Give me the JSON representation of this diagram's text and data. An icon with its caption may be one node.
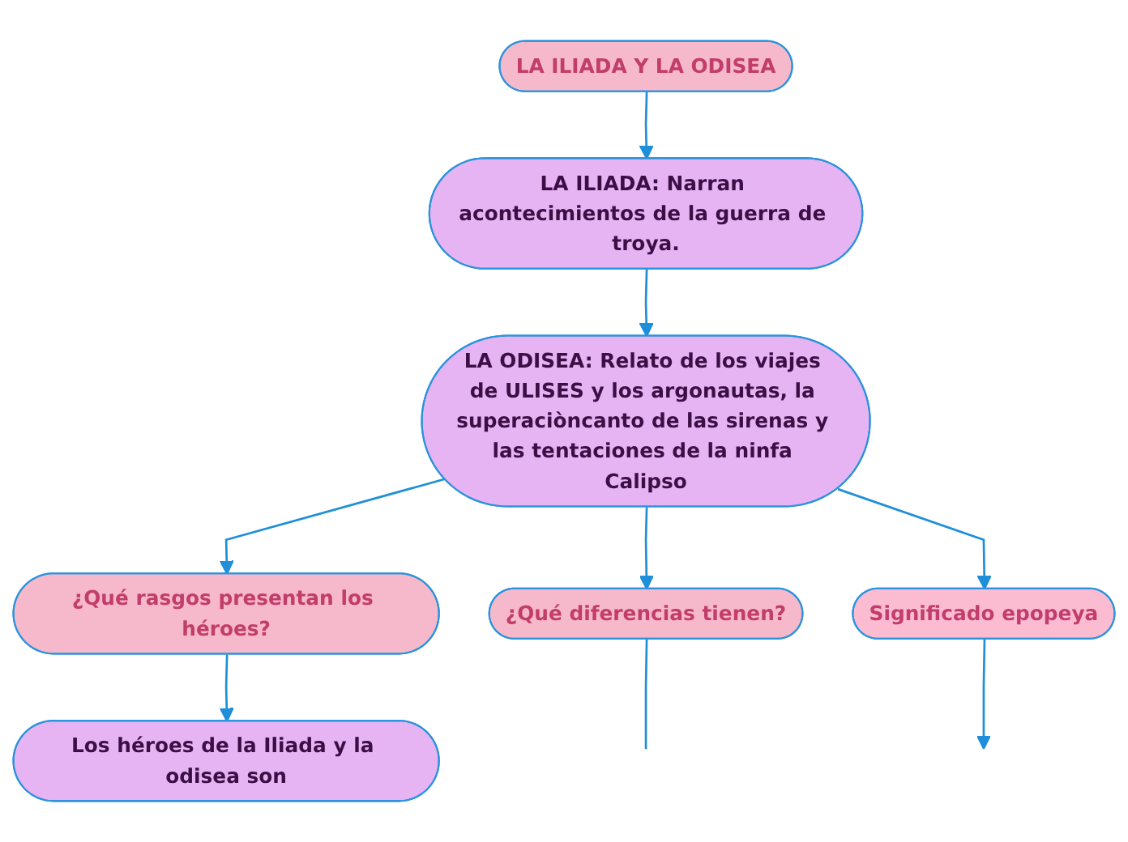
{
  "diagram": {
    "nodes": [
      {
        "text": [
          "LA ILIADA Y LA ODISEA"
        ]
      },
      {
        "text": [
          "LA ILIADA: Narran acontecimientos de la guerra de troya."
        ]
      },
      {
        "text": [
          "LA ODISEA: Relato de los viajes de ULISES y los argonautas, la superaciòncanto de las sirenas y las tentaciones de la ninfa Calipso"
        ]
      },
      {
        "text": [
          "¿Qué rasgos presentan los héroes?"
        ]
      },
      {
        "text": [
          "¿Qué diferencias tienen?"
        ]
      },
      {
        "text": [
          "Significado epopeya"
        ]
      },
      {
        "text": [
          "Los héroes de la Iliada y la odisea son"
        ]
      }
    ],
    "edges": [
      {
        "from": 0,
        "to": 1,
        "arrow": "to"
      },
      {
        "from": 1,
        "to": 2,
        "arrow": "to"
      },
      {
        "from": 2,
        "to": 3,
        "arrow": "to"
      },
      {
        "from": 2,
        "to": 4,
        "arrow": "to"
      },
      {
        "from": 2,
        "to": 5,
        "arrow": "to"
      },
      {
        "from": 3,
        "to": 6,
        "arrow": "to"
      },
      {
        "from": 4,
        "to": null,
        "arrow": "none"
      },
      {
        "from": 5,
        "to": null,
        "arrow": "to"
      }
    ]
  }
}
